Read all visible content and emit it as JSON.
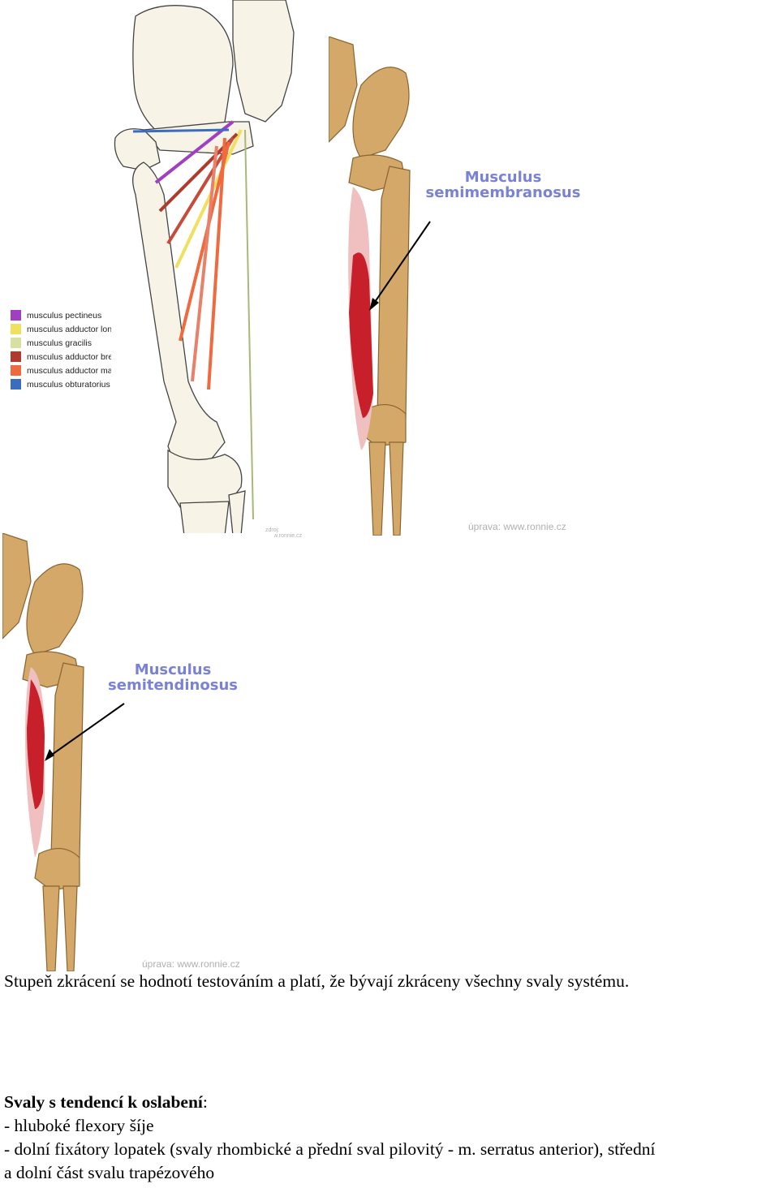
{
  "legend": [
    {
      "label": "musculus pectineus",
      "color": "#a040c0"
    },
    {
      "label": "musculus adductor longus",
      "color": "#f0e060"
    },
    {
      "label": "musculus gracilis",
      "color": "#d8e0a0"
    },
    {
      "label": "musculus adductor brevis",
      "color": "#b03a2e"
    },
    {
      "label": "musculus adductor magnus",
      "color": "#f06a40"
    },
    {
      "label": "musculus obturatorius externus",
      "color": "#3a6cc0"
    }
  ],
  "figure1_credit": "zdroj: www.ronnie.cz",
  "figure2": {
    "label_line1": "Musculus",
    "label_line2": "semimembranosus",
    "credit": "úprava: www.ronnie.cz"
  },
  "figure3": {
    "label_line1": "Musculus",
    "label_line2": "semitendinosus",
    "credit": "úprava: www.ronnie.cz"
  },
  "text": {
    "paragraph1": "Stupeň zkrácení se hodnotí testováním a platí, že bývají zkráceny všechny svaly systému.",
    "heading": "Svaly s tendencí k oslabení",
    "heading_colon": ":",
    "item1": "- hluboké flexory šíje",
    "item2": "- dolní fixátory lopatek (svaly rhombické a přední sval pilovitý - m. serratus anterior), střední",
    "item3": "a dolní část svalu trapézového"
  }
}
